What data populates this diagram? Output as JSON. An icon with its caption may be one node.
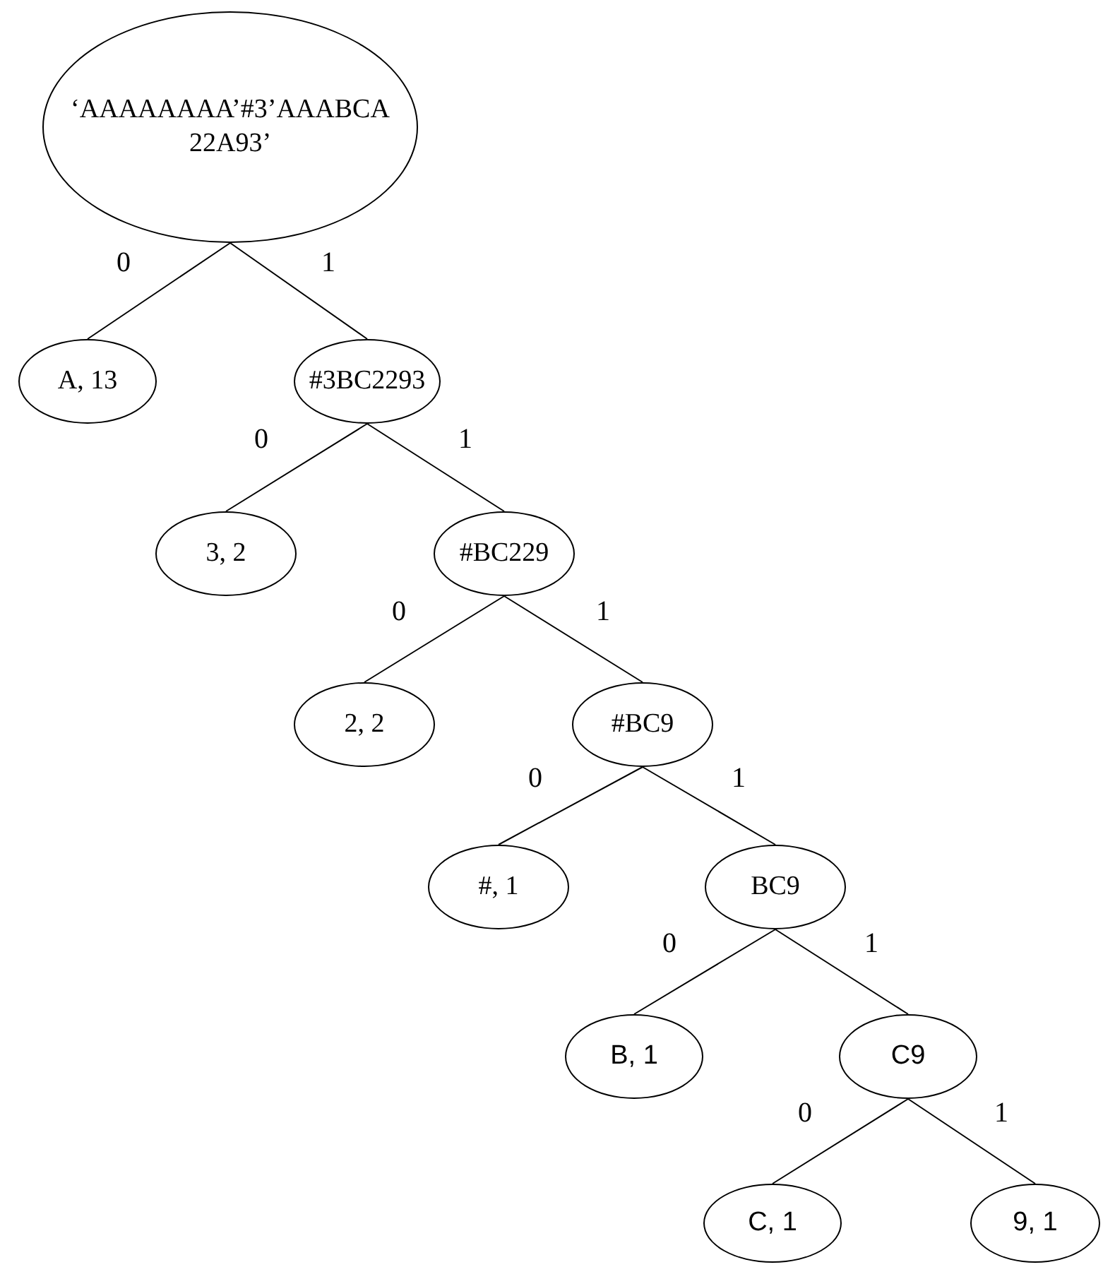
{
  "diagram": {
    "nodes": [
      {
        "text": [
          "‘AAAAAAAA’#3’AAABCA 22A93’"
        ]
      },
      {
        "text": [
          "A, 13"
        ]
      },
      {
        "text": [
          "#3BC2293"
        ]
      },
      {
        "text": [
          "3, 2"
        ]
      },
      {
        "text": [
          "#BC229"
        ]
      },
      {
        "text": [
          "2, 2"
        ]
      },
      {
        "text": [
          "#BC9"
        ]
      },
      {
        "text": [
          "#, 1"
        ]
      },
      {
        "text": [
          "BC9"
        ]
      },
      {
        "text": [
          "B, 1"
        ]
      },
      {
        "text": [
          "C9"
        ]
      },
      {
        "text": [
          "C, 1"
        ]
      },
      {
        "text": [
          "9, 1"
        ]
      }
    ],
    "edges": [
      {
        "from": 0,
        "to": 1,
        "arrow": "none",
        "label": "0"
      },
      {
        "from": 0,
        "to": 2,
        "arrow": "none",
        "label": "1"
      },
      {
        "from": 2,
        "to": 3,
        "arrow": "none",
        "label": "0"
      },
      {
        "from": 2,
        "to": 4,
        "arrow": "none",
        "label": "1"
      },
      {
        "from": 4,
        "to": 5,
        "arrow": "none",
        "label": "0"
      },
      {
        "from": 4,
        "to": 6,
        "arrow": "none",
        "label": "1"
      },
      {
        "from": 6,
        "to": 7,
        "arrow": "none",
        "label": "0"
      },
      {
        "from": 6,
        "to": 8,
        "arrow": "none",
        "label": "1"
      },
      {
        "from": 8,
        "to": 9,
        "arrow": "none",
        "label": "0"
      },
      {
        "from": 8,
        "to": 10,
        "arrow": "none",
        "label": "1"
      },
      {
        "from": 10,
        "to": 11,
        "arrow": "none",
        "label": "0"
      },
      {
        "from": 10,
        "to": 12,
        "arrow": "none",
        "label": "1"
      }
    ]
  }
}
